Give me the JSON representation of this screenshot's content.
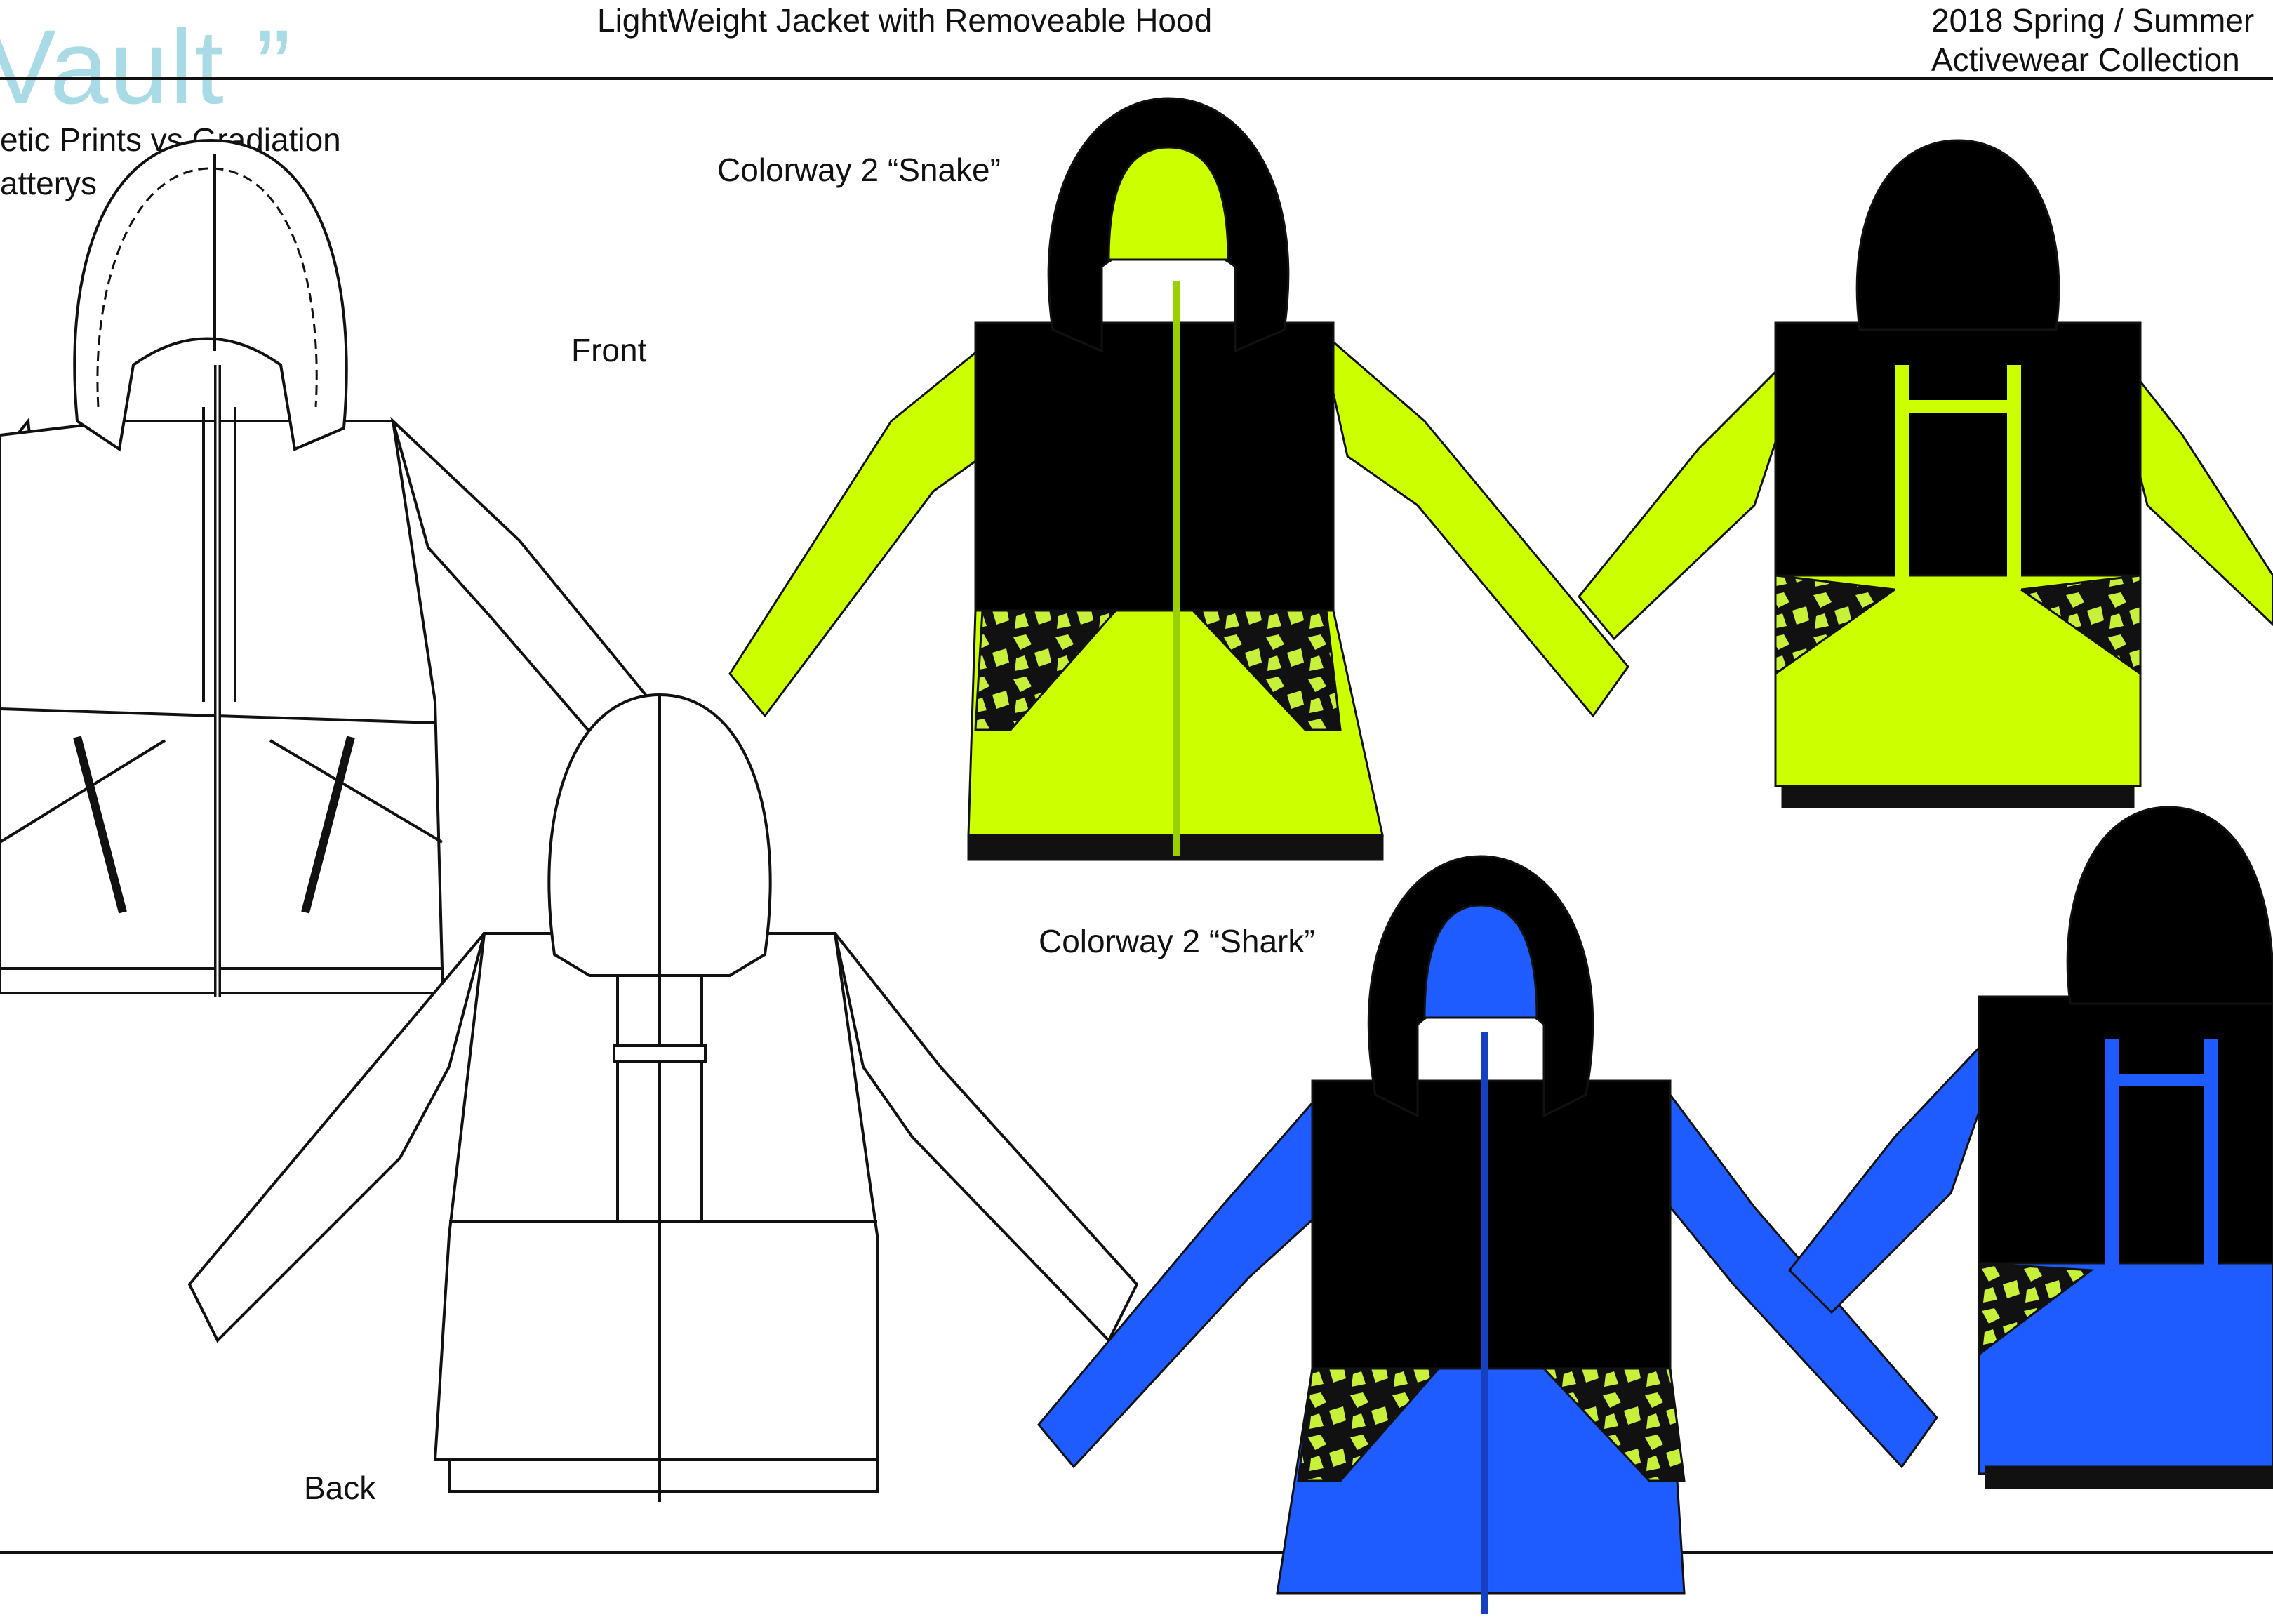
{
  "header": {
    "logo": "Vault ”",
    "title": "LightWeight Jacket with Removeable Hood",
    "season": "2018 Spring  / Summer",
    "collection": "Activewear Collection"
  },
  "notes": {
    "line1": "etic Prints vs Gradiation",
    "line2": "atterys"
  },
  "views": {
    "front": "Front",
    "back": "Back"
  },
  "colorways": [
    {
      "label": "Colorway 2 “Snake”",
      "body": "#000000",
      "accent": "#ccff00"
    },
    {
      "label": "Colorway 2 “Shark”",
      "body": "#000000",
      "accent": "#1e5cff"
    }
  ],
  "colors": {
    "sketch_fill": "#ffffff",
    "sketch_stroke": "#111111",
    "print": "#c8f03a"
  }
}
